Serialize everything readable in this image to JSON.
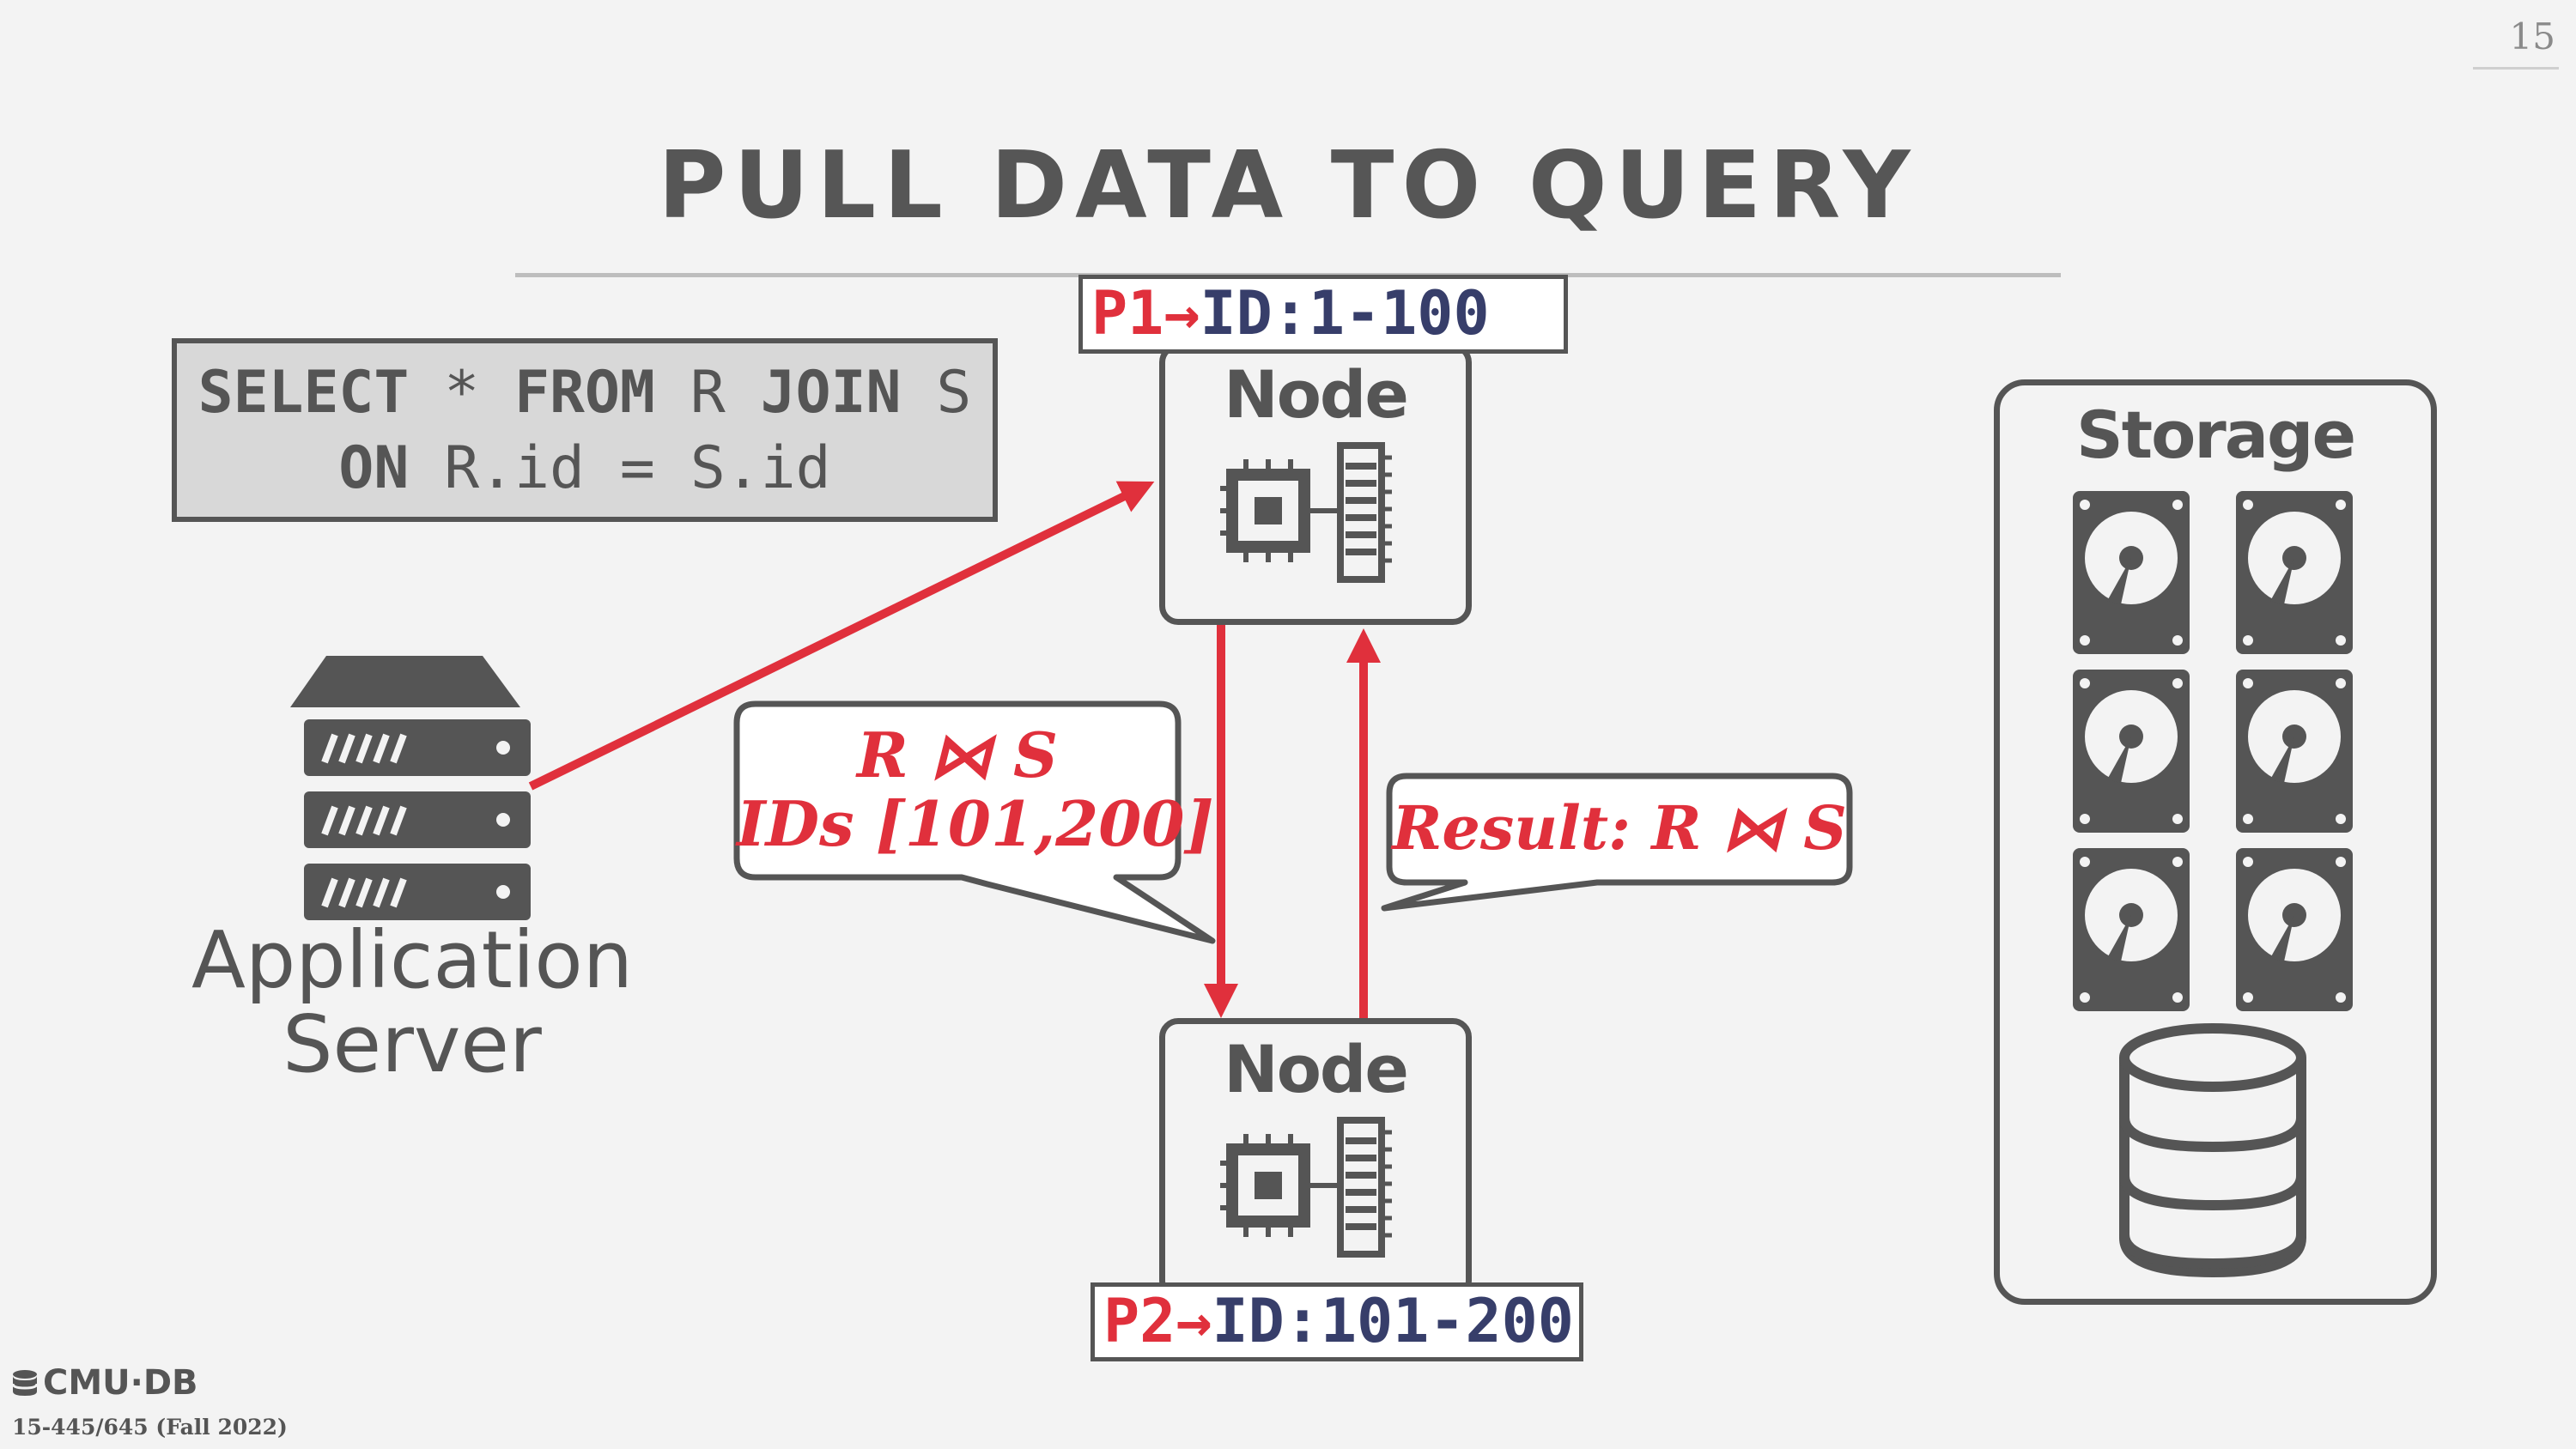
{
  "page_number": "15",
  "title": "PULL DATA TO QUERY",
  "sql": {
    "line1": [
      "SELECT",
      " * ",
      "FROM",
      " R ",
      "JOIN",
      " S"
    ],
    "line2": [
      "ON",
      " R.id = S.id"
    ]
  },
  "node_top": {
    "label": "Node",
    "partition_prefix": "P1→",
    "partition_range": "ID:1-100"
  },
  "node_bottom": {
    "label": "Node",
    "partition_prefix": "P2→",
    "partition_range": "ID:101-200"
  },
  "app_server": {
    "label_line1": "Application",
    "label_line2": "Server"
  },
  "bubble_request": {
    "line1": "R ⋈ S",
    "line2": "IDs [101,200]"
  },
  "bubble_result": {
    "text": "Result: R ⋈ S"
  },
  "storage": {
    "label": "Storage"
  },
  "footer": {
    "logo": "CMU·DB",
    "course": "15-445/645 (Fall 2022)"
  },
  "colors": {
    "accent_red": "#e0303c",
    "dark_gray": "#555555",
    "navy": "#373e6a"
  }
}
